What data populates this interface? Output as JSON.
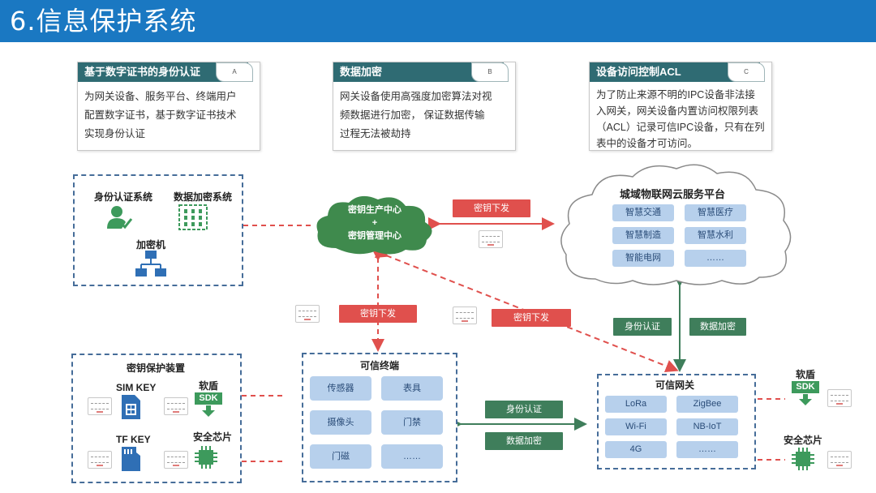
{
  "title": "6.信息保护系统",
  "cards": [
    {
      "heading": "基于数字证书的身份认证",
      "tab": "A",
      "lines": [
        "为网关设备、服务平台、终端用户",
        "配置数字证书，基于数字证书技术",
        "实现身份认证"
      ]
    },
    {
      "heading": "数据加密",
      "tab": "B",
      "lines": [
        "网关设备使用高强度加密算法对视",
        "频数据进行加密， 保证数据传输",
        "过程无法被劫持"
      ]
    },
    {
      "heading": "设备访问控制ACL",
      "tab": "C",
      "lines": [
        "为了防止来源不明的IPC设备非法接",
        "入网关，网关设备内置访问权限列表",
        "（ACL）记录可信IPC设备，只有在列",
        "表中的设备才可访问。"
      ]
    }
  ],
  "security_box": {
    "identity": "身份认证系统",
    "encryption": "数据加密系统",
    "encryptor": "加密机"
  },
  "kmc": {
    "line1": "密钥生产中心",
    "line2": "+",
    "line3": "密钥管理中心"
  },
  "cloud": {
    "title": "城域物联网云服务平台",
    "items": [
      "智慧交通",
      "智慧医疗",
      "智慧制造",
      "智慧水利",
      "智能电网",
      "……"
    ]
  },
  "tags": {
    "key_issue": "密钥下发",
    "identity_auth": "身份认证",
    "data_encrypt": "数据加密"
  },
  "key_protect": {
    "title": "密钥保护装置",
    "simkey": "SIM KEY",
    "softshield": "软盾",
    "sdk": "SDK",
    "tfkey": "TF KEY",
    "secure_chip": "安全芯片"
  },
  "trusted_terminal": {
    "title": "可信终端",
    "items": [
      "传感器",
      "表具",
      "摄像头",
      "门禁",
      "门磁",
      "……"
    ]
  },
  "trusted_gateway": {
    "title": "可信网关",
    "items": [
      "LoRa",
      "ZigBee",
      "Wi-Fi",
      "NB-IoT",
      "4G",
      "……"
    ]
  },
  "right_side": {
    "softshield": "软盾",
    "sdk": "SDK",
    "secure_chip": "安全芯片"
  },
  "colors": {
    "title_bar": "#1a78c2",
    "card_head": "#2f6b73",
    "red_tag": "#e0504d",
    "green_tag": "#3f7e5b",
    "dashed": "#466d99",
    "chip": "#b7d0ec"
  }
}
